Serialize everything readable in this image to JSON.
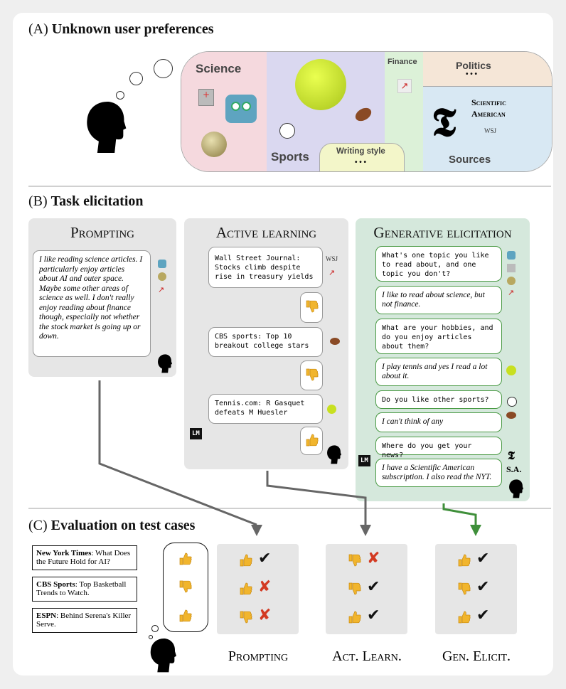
{
  "section_a": {
    "label": "(A)",
    "title": "Unknown user preferences",
    "categories": {
      "science": "Science",
      "sports": "Sports",
      "finance": "Finance",
      "politics": "Politics",
      "politics_more": "• • •",
      "sources": "Sources",
      "writing_style": "Writing style",
      "writing_more": "• • •"
    },
    "sources": {
      "sciam_line1": "Scientific",
      "sciam_line2": "American",
      "wsj": "WSJ",
      "nyt": "𝕿"
    }
  },
  "section_b": {
    "label": "(B)",
    "title": "Task elicitation",
    "prompting": {
      "title": "Prompting",
      "text": "I like reading science articles. I particularly enjoy articles about AI and outer space. Maybe some other areas of science as well. I don't really enjoy reading about finance though, especially not whether the stock market is going up or down."
    },
    "active": {
      "title": "Active learning",
      "items": [
        {
          "text": "Wall Street Journal: Stocks climb despite rise in treasury yields",
          "response": "thumbs-down",
          "tag": "WSJ"
        },
        {
          "text": "CBS sports: Top 10 breakout college stars",
          "response": "thumbs-down"
        },
        {
          "text": "Tennis.com: R Gasquet defeats M Huesler",
          "response": "thumbs-up"
        }
      ],
      "lm": "LM"
    },
    "generative": {
      "title": "Generative elicitation",
      "turns": [
        {
          "role": "lm",
          "text": "What's one topic you like to read about, and one topic you don't?"
        },
        {
          "role": "user",
          "text": "I like to read about science, but not finance."
        },
        {
          "role": "lm",
          "text": "What are your hobbies, and do you enjoy articles about them?"
        },
        {
          "role": "user",
          "text": "I play tennis and yes I read a lot about it."
        },
        {
          "role": "lm",
          "text": "Do you like other sports?"
        },
        {
          "role": "user",
          "text": "I can't think of any"
        },
        {
          "role": "lm",
          "text": "Where do you get your news?"
        },
        {
          "role": "user",
          "text": "I have a Scientific American subscription. I also read the NYT."
        }
      ],
      "lm": "LM",
      "sa": "S.A.",
      "nyt": "𝕿"
    }
  },
  "section_c": {
    "label": "(C)",
    "title": "Evaluation on test cases",
    "test_cases": [
      {
        "source": "New York Times",
        "headline": ": What Does the Future Hold for AI?"
      },
      {
        "source": "CBS Sports",
        "headline": ": Top Basketball Trends to Watch."
      },
      {
        "source": "ESPN",
        "headline": ": Behind Serena's Killer Serve."
      }
    ],
    "ground_truth": [
      "up",
      "down",
      "up"
    ],
    "methods": [
      {
        "label": "Prompting",
        "preds": [
          "up",
          "up",
          "down"
        ],
        "correct": [
          true,
          false,
          false
        ]
      },
      {
        "label": "Act. Learn.",
        "preds": [
          "down",
          "down",
          "up"
        ],
        "correct": [
          false,
          true,
          true
        ]
      },
      {
        "label": "Gen. Elicit.",
        "preds": [
          "up",
          "down",
          "up"
        ],
        "correct": [
          true,
          true,
          true
        ]
      }
    ],
    "check": "✔",
    "cross": "✘"
  },
  "colors": {
    "science": "#f5d9de",
    "sports": "#dad8f0",
    "finance": "#dcf1d8",
    "politics": "#f5e6d7",
    "sources": "#d8e8f3",
    "writing": "#f3f6c9",
    "green_panel": "#d5e8dc",
    "grey_panel": "#e6e6e6",
    "green": "#3f8f3a",
    "thumb": "#f1b52d"
  }
}
